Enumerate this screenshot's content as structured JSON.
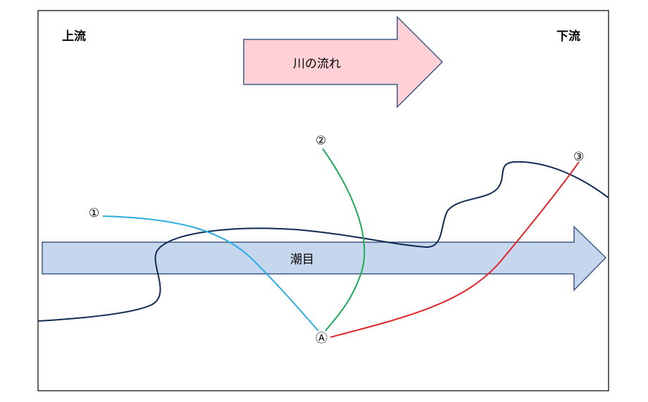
{
  "labels": {
    "upstream": "上流",
    "downstream": "下流",
    "river_flow": "川の流れ",
    "tide_line": "潮目"
  },
  "markers": {
    "m1": "①",
    "m2": "②",
    "m3": "③",
    "origin": "Ⓐ"
  },
  "colors": {
    "frame": "#000000",
    "river_arrow_fill": "#ffd1d6",
    "river_arrow_stroke": "#3f5a87",
    "tide_arrow_fill": "#c6d6ec",
    "tide_arrow_stroke": "#3f5a87",
    "current_line": "#0f2a52",
    "path_1": "#2aaee0",
    "path_2": "#1faa5a",
    "path_3": "#e0262a"
  }
}
